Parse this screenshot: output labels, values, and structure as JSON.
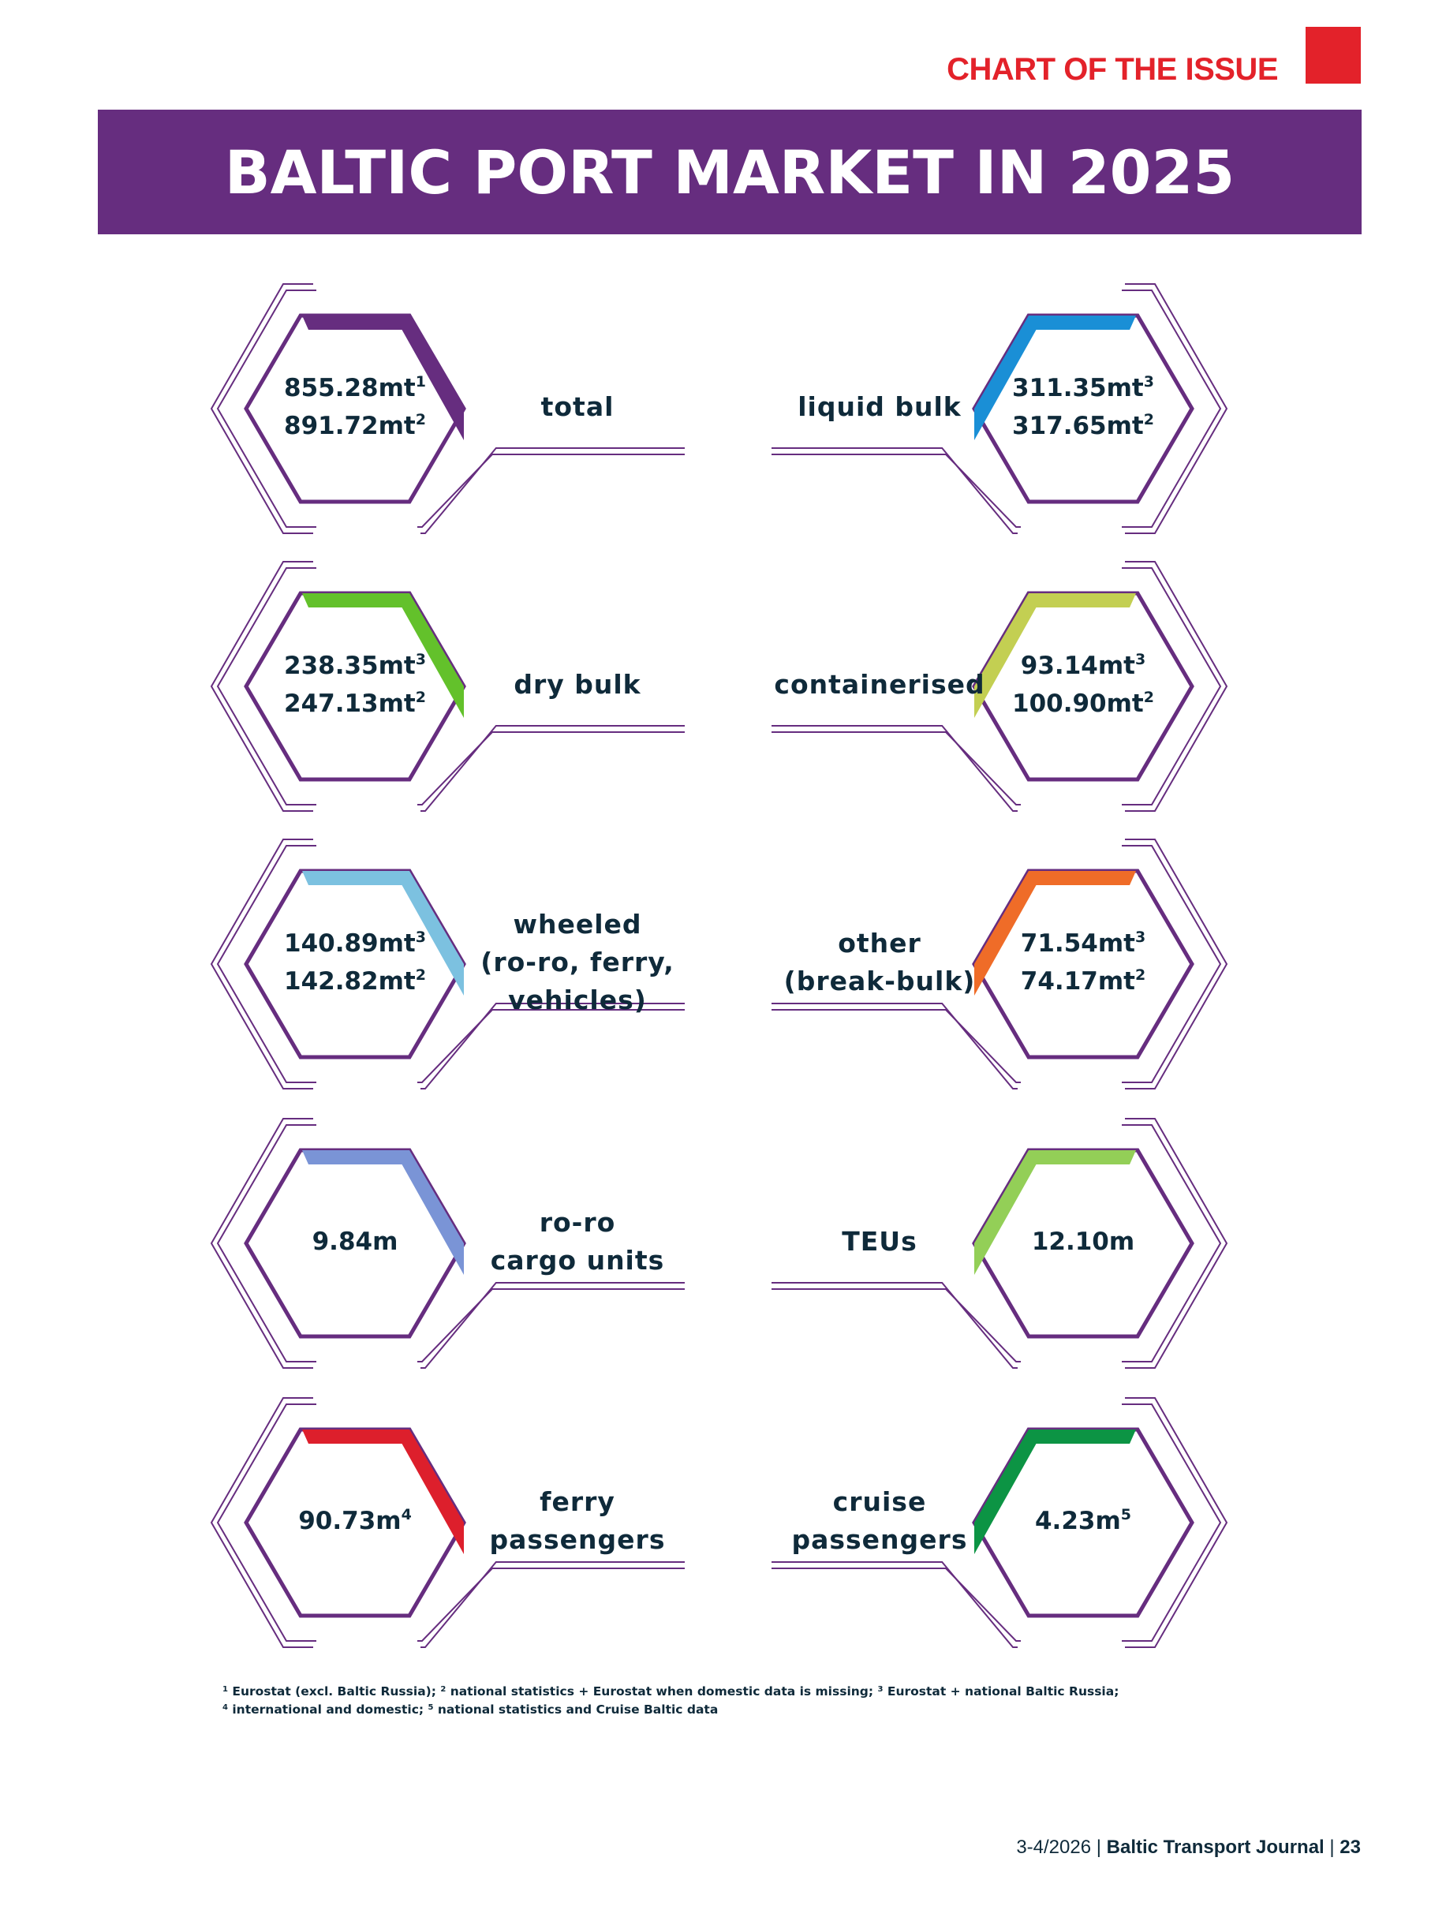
{
  "header": {
    "section_label": "CHART OF THE ISSUE",
    "title": "BALTIC PORT MARKET IN 2025"
  },
  "colors": {
    "purple": "#662d7f",
    "red": "#e3222a",
    "text": "#0f2a3a"
  },
  "items": [
    {
      "label": [
        "total"
      ],
      "accent": "#662d7f",
      "values": [
        {
          "text": "855.28mt",
          "sup": "1"
        },
        {
          "text": "891.72mt",
          "sup": "2"
        }
      ]
    },
    {
      "label": [
        "liquid bulk"
      ],
      "accent": "#1a8fd6",
      "values": [
        {
          "text": "311.35mt",
          "sup": "3"
        },
        {
          "text": "317.65mt",
          "sup": "2"
        }
      ]
    },
    {
      "label": [
        "dry bulk"
      ],
      "accent": "#63c12b",
      "values": [
        {
          "text": "238.35mt",
          "sup": "3"
        },
        {
          "text": "247.13mt",
          "sup": "2"
        }
      ]
    },
    {
      "label": [
        "containerised"
      ],
      "accent": "#c3cf52",
      "values": [
        {
          "text": "93.14mt",
          "sup": "3"
        },
        {
          "text": "100.90mt",
          "sup": "2"
        }
      ]
    },
    {
      "label": [
        "wheeled",
        "(ro-ro, ferry,",
        "vehicles)"
      ],
      "accent": "#7cc1e0",
      "values": [
        {
          "text": "140.89mt",
          "sup": "3"
        },
        {
          "text": "142.82mt",
          "sup": "2"
        }
      ]
    },
    {
      "label": [
        "other",
        "(break-bulk)"
      ],
      "accent": "#ef6c28",
      "values": [
        {
          "text": "71.54mt",
          "sup": "3"
        },
        {
          "text": "74.17mt",
          "sup": "2"
        }
      ]
    },
    {
      "label": [
        "ro-ro",
        "cargo units"
      ],
      "accent": "#7a94d6",
      "values": [
        {
          "text": "9.84m",
          "sup": ""
        }
      ]
    },
    {
      "label": [
        "TEUs"
      ],
      "accent": "#93cf57",
      "values": [
        {
          "text": "12.10m",
          "sup": ""
        }
      ]
    },
    {
      "label": [
        "ferry",
        "passengers"
      ],
      "accent": "#dd1f2c",
      "values": [
        {
          "text": "90.73m",
          "sup": "4"
        }
      ]
    },
    {
      "label": [
        "cruise",
        "passengers"
      ],
      "accent": "#0c9444",
      "values": [
        {
          "text": "4.23m",
          "sup": "5"
        }
      ]
    }
  ],
  "footnotes": {
    "line1": [
      {
        "sup": "1",
        "text": "Eurostat (excl. Baltic Russia);"
      },
      {
        "sup": "2",
        "text": "national statistics + Eurostat when domestic data is missing;"
      },
      {
        "sup": "3",
        "text": "Eurostat + national Baltic Russia;"
      }
    ],
    "line2": [
      {
        "sup": "4",
        "text": "international and domestic;"
      },
      {
        "sup": "5",
        "text": "national statistics and Cruise Baltic data"
      }
    ]
  },
  "footer": {
    "issue": "3-4/2026",
    "journal": "Baltic Transport Journal",
    "page": "23"
  }
}
